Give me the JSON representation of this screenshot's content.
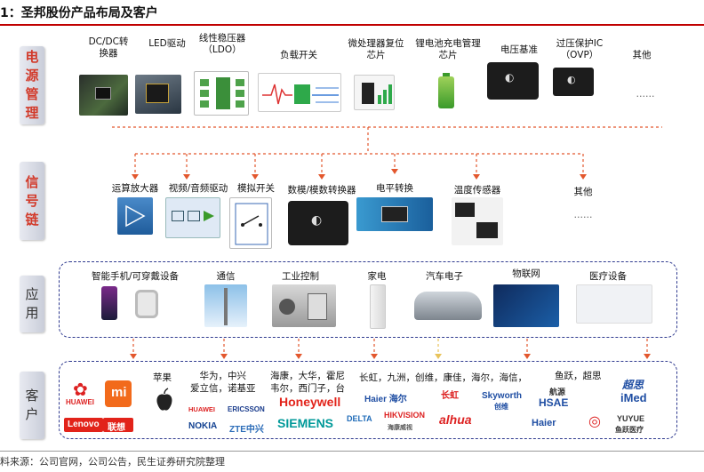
{
  "title": "1：圣邦股份产品布局及客户",
  "source": "料来源：公司官网，公司公告，民生证券研究院整理",
  "categories": {
    "power": "电源管理",
    "signal": "信号链",
    "application": "应用",
    "customer": "客户"
  },
  "power_products": [
    {
      "label": "DC/DC转\n换器"
    },
    {
      "label": "LED驱动"
    },
    {
      "label": "线性稳压器\n（LDO）"
    },
    {
      "label": "负载开关"
    },
    {
      "label": "微处理器复位\n芯片"
    },
    {
      "label": "锂电池充电管理\n芯片"
    },
    {
      "label": "电压基准"
    },
    {
      "label": "过压保护IC\n（OVP）"
    },
    {
      "label": "其他"
    }
  ],
  "power_ellipsis": "……",
  "signal_products": [
    {
      "label": "运算放大器"
    },
    {
      "label": "视频/音频驱动"
    },
    {
      "label": "模拟开关"
    },
    {
      "label": "数模/模数转换器"
    },
    {
      "label": "电平转换"
    },
    {
      "label": "温度传感器"
    },
    {
      "label": "其他"
    }
  ],
  "signal_ellipsis": "……",
  "applications": [
    {
      "label": "智能手机/可穿戴设备"
    },
    {
      "label": "通信"
    },
    {
      "label": "工业控制"
    },
    {
      "label": "家电"
    },
    {
      "label": "汽车电子"
    },
    {
      "label": "物联网"
    },
    {
      "label": "医疗设备"
    }
  ],
  "customers": {
    "phone_logos": {
      "huawei": "HUAWEI",
      "mi": "mi",
      "lenovo": "Lenovo",
      "lenovo_cn": "联想"
    },
    "apple": "苹果",
    "telecom_text": "华为，中兴\n爱立信，诺基亚",
    "telecom_logos": {
      "huawei": "HUAWEI",
      "ericsson": "ERICSSON",
      "nokia": "NOKIA",
      "zte": "ZTE中兴"
    },
    "industrial_text": "海康，大华，霍尼\n韦尔，西门子，台",
    "industrial_logos": {
      "honeywell": "Honeywell",
      "siemens": "SIEMENS"
    },
    "home_text": "长虹，九洲，创维，康佳，海尔，海信，",
    "home_logos": {
      "haier": "Haier 海尔",
      "changhong": "长虹",
      "skyworth": "Skyworth",
      "skyworth_cn": "创维",
      "delta": "DELTA",
      "hikvision": "HIKVISION",
      "hikvision_cn": "海康威视",
      "dahua": "alhua",
      "haier2": "Haier"
    },
    "medical_text": "鱼跃，超思",
    "medical_logos": {
      "hangxin": "航源",
      "hsae": "HSAE",
      "imed": "iMed",
      "imed_cn": "超思",
      "yuyue": "YUYUE",
      "yuyue_cn": "鱼跃医疗"
    }
  },
  "colors": {
    "accent_red": "#d23a2a",
    "arrow_orange": "#e3572d",
    "dashed_blue": "#2f3a8f"
  }
}
